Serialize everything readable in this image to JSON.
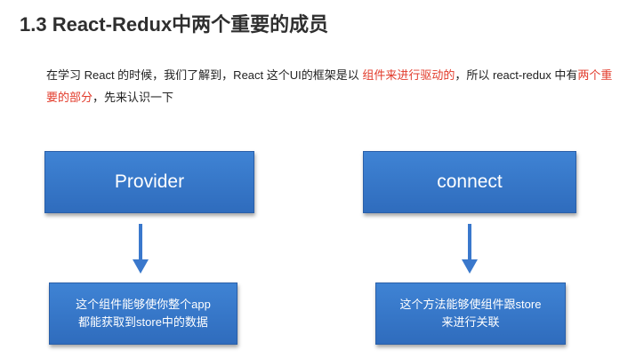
{
  "title": "1.3 React-Redux中两个重要的成员",
  "intro": {
    "part1": "在学习 React 的时候，我们了解到，React 这个UI的框架是以 ",
    "highlight1": "组件来进行驱动的",
    "part2": "，所以 react-redux 中有",
    "highlight2": "两个重要的部分",
    "part3": "，先来认识一下"
  },
  "members": [
    {
      "name": "Provider",
      "desc_line1": "这个组件能够使你整个app",
      "desc_line2": "都能获取到store中的数据"
    },
    {
      "name": "connect",
      "desc_line1": "这个方法能够使组件跟store",
      "desc_line2": "来进行关联"
    }
  ],
  "colors": {
    "box_blue": "#3a7bd0",
    "highlight_red": "#e23b2b"
  }
}
